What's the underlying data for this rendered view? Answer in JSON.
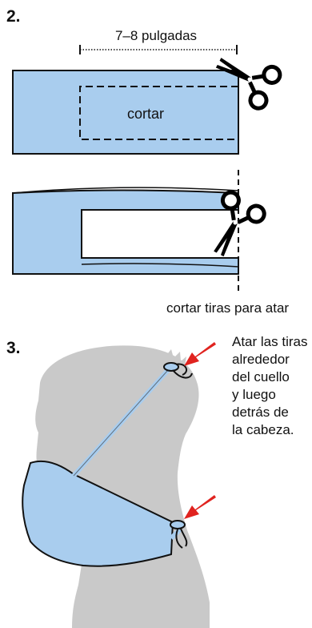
{
  "step2": {
    "number": "2.",
    "measure_label": "7–8 pulgadas",
    "cut_label": "cortar",
    "cut_strips_label": "cortar tiras para atar"
  },
  "step3": {
    "number": "3.",
    "instruction_lines": [
      "Atar las tiras",
      "alrededor",
      "del cuello",
      "y luego",
      "detrás de",
      "la cabeza."
    ]
  },
  "colors": {
    "fabric": "#a9cdee",
    "outline": "#111111",
    "silhouette": "#c9c9c9",
    "arrow": "#e0231f",
    "scissors": "#000000"
  },
  "icons": [
    "scissors-icon",
    "scissors-icon",
    "red-arrow-icon",
    "red-arrow-icon"
  ]
}
